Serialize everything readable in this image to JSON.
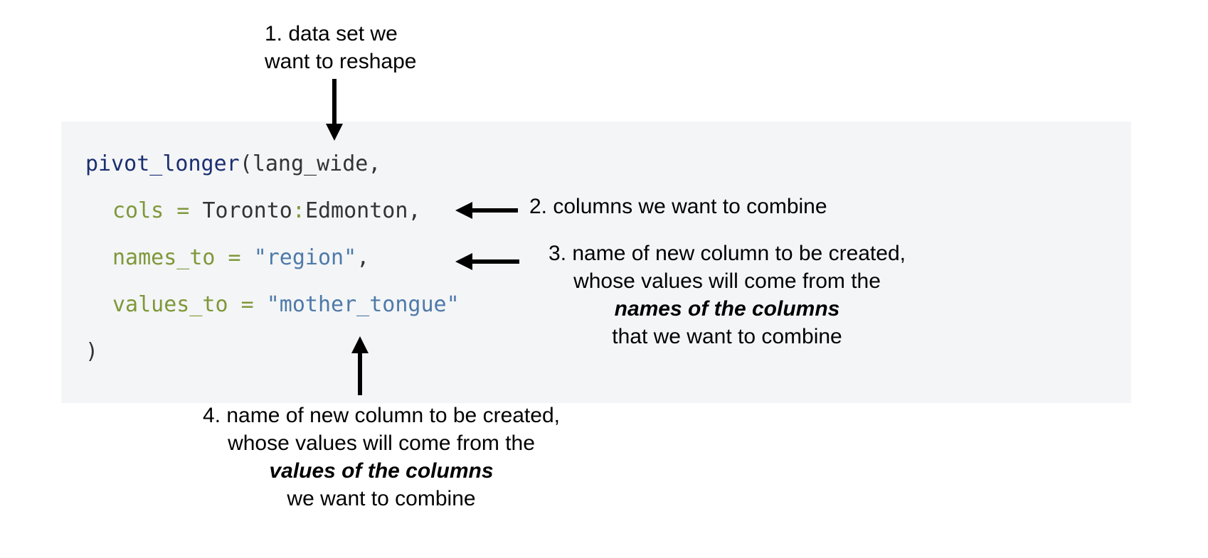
{
  "code": {
    "function": "pivot_longer",
    "open_paren": "(",
    "data_arg": "lang_wide",
    "comma": ",",
    "cols_arg": "cols",
    "cols_eq": " = ",
    "cols_from": "Toronto",
    "cols_colon": ":",
    "cols_to": "Edmonton",
    "names_arg": "names_to",
    "names_eq": " = ",
    "names_value": "\"region\"",
    "values_arg": "values_to",
    "values_eq": " = ",
    "values_value": "\"mother_tongue\"",
    "close_paren": ")"
  },
  "annotations": {
    "a1": {
      "line1": "1. data set we",
      "line2": "want to reshape"
    },
    "a2": {
      "line1": "2. columns we want to combine"
    },
    "a3": {
      "line1": "3. name of new column to be created,",
      "line2": "whose values will come from the",
      "line3": "names of the columns",
      "line4": "that we want to combine"
    },
    "a4": {
      "line1": "4. name of new column to be created,",
      "line2": "whose values will come from the",
      "line3": "values of the columns",
      "line4": "we want to combine"
    }
  },
  "colors": {
    "code_background": "#f4f5f7",
    "function": "#1b2f70",
    "argument": "#7f9839",
    "string": "#4e7aa8",
    "plain": "#333333",
    "arrow": "#000000"
  }
}
